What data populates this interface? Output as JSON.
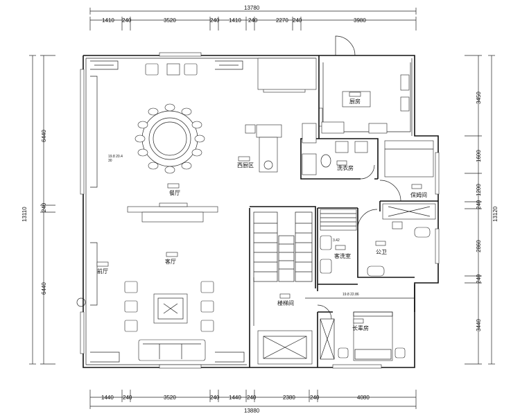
{
  "dimensions": {
    "top_total": "13780",
    "top_segments": [
      "1410",
      "240",
      "3520",
      "240",
      "1410",
      "240",
      "2270",
      "240",
      "3980"
    ],
    "bottom_total": "13880",
    "bottom_segments": [
      "1440",
      "240",
      "3520",
      "240",
      "1440",
      "240",
      "2380",
      "240",
      "4080"
    ],
    "left_total": "13110",
    "left_segments": [
      "6440",
      "240",
      "6440"
    ],
    "right_total": "13120",
    "right_segments": [
      "3450",
      "1600",
      "1200",
      "240",
      "2860",
      "240",
      "3440"
    ]
  },
  "rooms": {
    "kitchen": "厨房",
    "western_kitchen": "西厨区",
    "dining_room": "餐厅",
    "laundry": "洗衣房",
    "storage": "保姆间",
    "public_wc": "公卫",
    "powder_room": "客洗室",
    "living_room": "客厅",
    "foyer": "前厅",
    "stairwell": "楼梯间",
    "elder_room": "长辈房"
  },
  "annotations": {
    "dining_note": "19.8  20.4",
    "dining_note_b": "30",
    "stair_note": "19.8  22.86",
    "powder_note": "3.42"
  }
}
